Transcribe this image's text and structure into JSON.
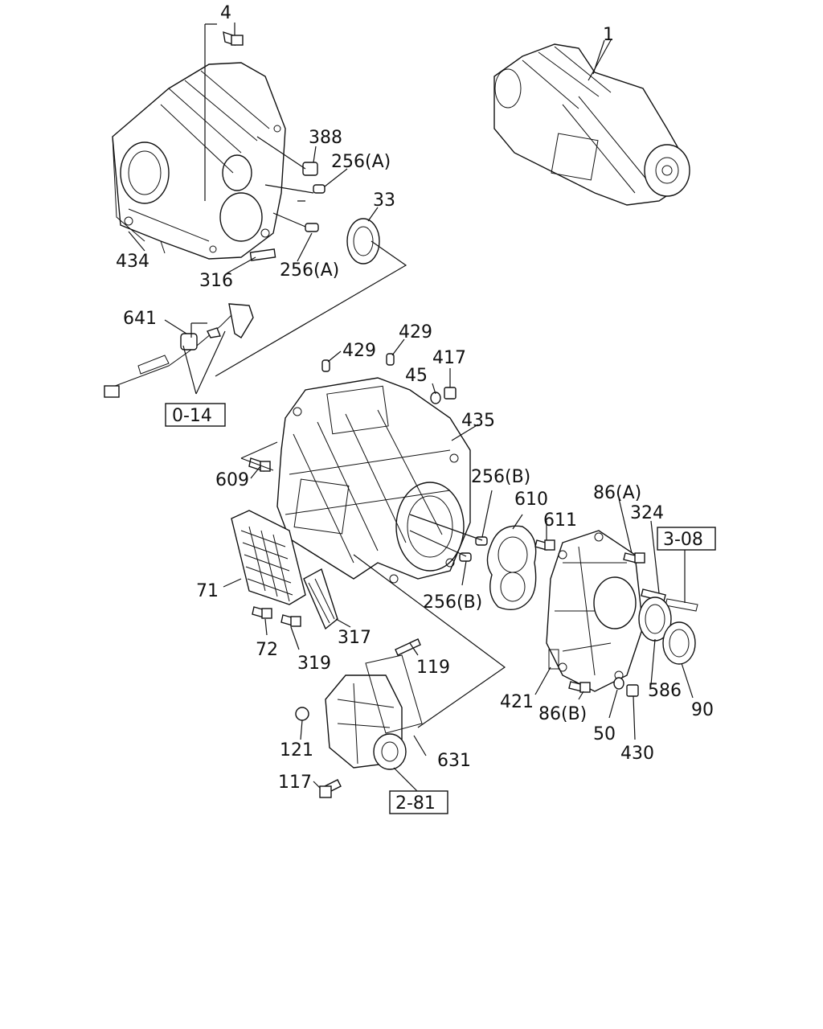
{
  "diagram": {
    "labels": {
      "l4": "4",
      "l1": "1",
      "l388": "388",
      "l256a1": "256(A)",
      "l33": "33",
      "l434": "434",
      "l316": "316",
      "l256a2": "256(A)",
      "l641": "641",
      "l429a": "429",
      "l429b": "429",
      "l417": "417",
      "l45": "45",
      "l435": "435",
      "l609": "609",
      "l256b1": "256(B)",
      "l610": "610",
      "l611": "611",
      "l86a": "86(A)",
      "l324": "324",
      "l71": "71",
      "l256b2": "256(B)",
      "l72": "72",
      "l319": "319",
      "l317": "317",
      "l119": "119",
      "l421": "421",
      "l86b": "86(B)",
      "l586": "586",
      "l90": "90",
      "l50": "50",
      "l430": "430",
      "l121": "121",
      "l631": "631",
      "l117": "117"
    },
    "refs": {
      "r014": "0-14",
      "r308": "3-08",
      "r281": "2-81"
    }
  }
}
